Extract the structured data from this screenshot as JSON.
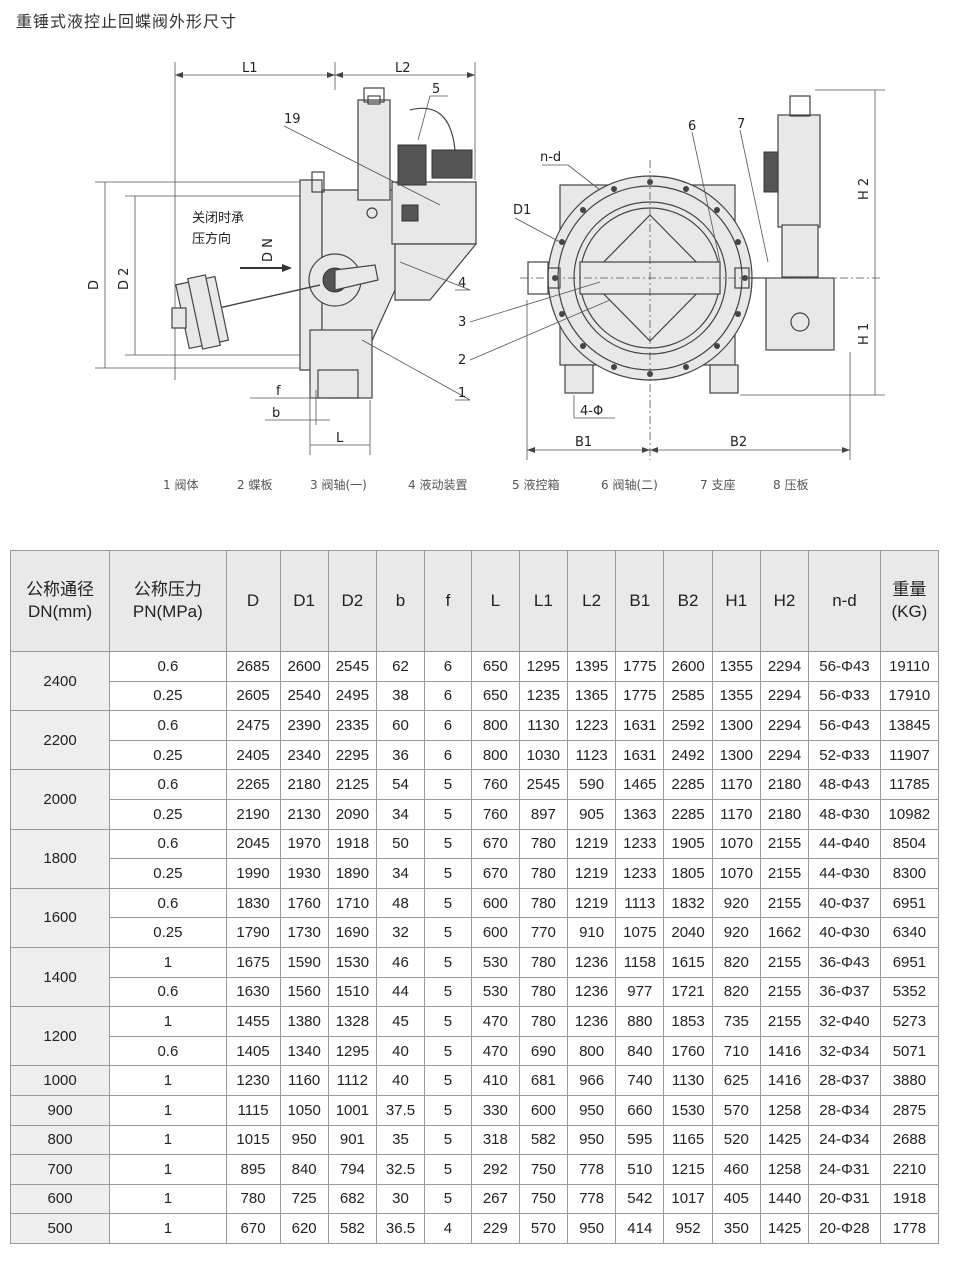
{
  "title": "重锤式液控止回蝶阀外形尺寸",
  "drawing": {
    "dims": {
      "L1": "L1",
      "L2": "L2",
      "D": "D",
      "D2": "D 2",
      "DN": "D N",
      "f": "f",
      "b": "b",
      "L": "L",
      "nd": "n-d",
      "D1": "D1",
      "B1": "B1",
      "B2": "B2",
      "H1": "H 1",
      "H2": "H 2",
      "fourphi": "4-Φ"
    },
    "note_line1": "关闭时承",
    "note_line2": "压方向",
    "callouts": {
      "c19": "19",
      "c5": "5",
      "c4": "4",
      "c1": "1",
      "c3": "3",
      "c2": "2",
      "c6": "6",
      "c7": "7"
    }
  },
  "legend": [
    "1 阀体",
    "2 蝶板",
    "3 阀轴(一)",
    "4 液动装置",
    "5 液控箱",
    "6 阀轴(二)",
    "7 支座",
    "8 压板"
  ],
  "table": {
    "headers": [
      "公称通径 DN(mm)",
      "公称压力 PN(MPa)",
      "D",
      "D1",
      "D2",
      "b",
      "f",
      "L",
      "L1",
      "L2",
      "B1",
      "B2",
      "H1",
      "H2",
      "n-d",
      "重量 (KG)"
    ],
    "groups": [
      {
        "dn": "2400",
        "rows": [
          [
            "0.6",
            "2685",
            "2600",
            "2545",
            "62",
            "6",
            "650",
            "1295",
            "1395",
            "1775",
            "2600",
            "1355",
            "2294",
            "56-Φ43",
            "19110"
          ],
          [
            "0.25",
            "2605",
            "2540",
            "2495",
            "38",
            "6",
            "650",
            "1235",
            "1365",
            "1775",
            "2585",
            "1355",
            "2294",
            "56-Φ33",
            "17910"
          ]
        ]
      },
      {
        "dn": "2200",
        "rows": [
          [
            "0.6",
            "2475",
            "2390",
            "2335",
            "60",
            "6",
            "800",
            "1130",
            "1223",
            "1631",
            "2592",
            "1300",
            "2294",
            "56-Φ43",
            "13845"
          ],
          [
            "0.25",
            "2405",
            "2340",
            "2295",
            "36",
            "6",
            "800",
            "1030",
            "1123",
            "1631",
            "2492",
            "1300",
            "2294",
            "52-Φ33",
            "11907"
          ]
        ]
      },
      {
        "dn": "2000",
        "rows": [
          [
            "0.6",
            "2265",
            "2180",
            "2125",
            "54",
            "5",
            "760",
            "2545",
            "590",
            "1465",
            "2285",
            "1170",
            "2180",
            "48-Φ43",
            "11785"
          ],
          [
            "0.25",
            "2190",
            "2130",
            "2090",
            "34",
            "5",
            "760",
            "897",
            "905",
            "1363",
            "2285",
            "1170",
            "2180",
            "48-Φ30",
            "10982"
          ]
        ]
      },
      {
        "dn": "1800",
        "rows": [
          [
            "0.6",
            "2045",
            "1970",
            "1918",
            "50",
            "5",
            "670",
            "780",
            "1219",
            "1233",
            "1905",
            "1070",
            "2155",
            "44-Φ40",
            "8504"
          ],
          [
            "0.25",
            "1990",
            "1930",
            "1890",
            "34",
            "5",
            "670",
            "780",
            "1219",
            "1233",
            "1805",
            "1070",
            "2155",
            "44-Φ30",
            "8300"
          ]
        ]
      },
      {
        "dn": "1600",
        "rows": [
          [
            "0.6",
            "1830",
            "1760",
            "1710",
            "48",
            "5",
            "600",
            "780",
            "1219",
            "1113",
            "1832",
            "920",
            "2155",
            "40-Φ37",
            "6951"
          ],
          [
            "0.25",
            "1790",
            "1730",
            "1690",
            "32",
            "5",
            "600",
            "770",
            "910",
            "1075",
            "2040",
            "920",
            "1662",
            "40-Φ30",
            "6340"
          ]
        ]
      },
      {
        "dn": "1400",
        "rows": [
          [
            "1",
            "1675",
            "1590",
            "1530",
            "46",
            "5",
            "530",
            "780",
            "1236",
            "1158",
            "1615",
            "820",
            "2155",
            "36-Φ43",
            "6951"
          ],
          [
            "0.6",
            "1630",
            "1560",
            "1510",
            "44",
            "5",
            "530",
            "780",
            "1236",
            "977",
            "1721",
            "820",
            "2155",
            "36-Φ37",
            "5352"
          ]
        ]
      },
      {
        "dn": "1200",
        "rows": [
          [
            "1",
            "1455",
            "1380",
            "1328",
            "45",
            "5",
            "470",
            "780",
            "1236",
            "880",
            "1853",
            "735",
            "2155",
            "32-Φ40",
            "5273"
          ],
          [
            "0.6",
            "1405",
            "1340",
            "1295",
            "40",
            "5",
            "470",
            "690",
            "800",
            "840",
            "1760",
            "710",
            "1416",
            "32-Φ34",
            "5071"
          ]
        ]
      },
      {
        "dn": "1000",
        "rows": [
          [
            "1",
            "1230",
            "1160",
            "1112",
            "40",
            "5",
            "410",
            "681",
            "966",
            "740",
            "1130",
            "625",
            "1416",
            "28-Φ37",
            "3880"
          ]
        ]
      },
      {
        "dn": "900",
        "rows": [
          [
            "1",
            "1115",
            "1050",
            "1001",
            "37.5",
            "5",
            "330",
            "600",
            "950",
            "660",
            "1530",
            "570",
            "1258",
            "28-Φ34",
            "2875"
          ]
        ]
      },
      {
        "dn": "800",
        "rows": [
          [
            "1",
            "1015",
            "950",
            "901",
            "35",
            "5",
            "318",
            "582",
            "950",
            "595",
            "1165",
            "520",
            "1425",
            "24-Φ34",
            "2688"
          ]
        ]
      },
      {
        "dn": "700",
        "rows": [
          [
            "1",
            "895",
            "840",
            "794",
            "32.5",
            "5",
            "292",
            "750",
            "778",
            "510",
            "1215",
            "460",
            "1258",
            "24-Φ31",
            "2210"
          ]
        ]
      },
      {
        "dn": "600",
        "rows": [
          [
            "1",
            "780",
            "725",
            "682",
            "30",
            "5",
            "267",
            "750",
            "778",
            "542",
            "1017",
            "405",
            "1440",
            "20-Φ31",
            "1918"
          ]
        ]
      },
      {
        "dn": "500",
        "rows": [
          [
            "1",
            "670",
            "620",
            "582",
            "36.5",
            "4",
            "229",
            "570",
            "950",
            "414",
            "952",
            "350",
            "1425",
            "20-Φ28",
            "1778"
          ]
        ]
      }
    ]
  }
}
